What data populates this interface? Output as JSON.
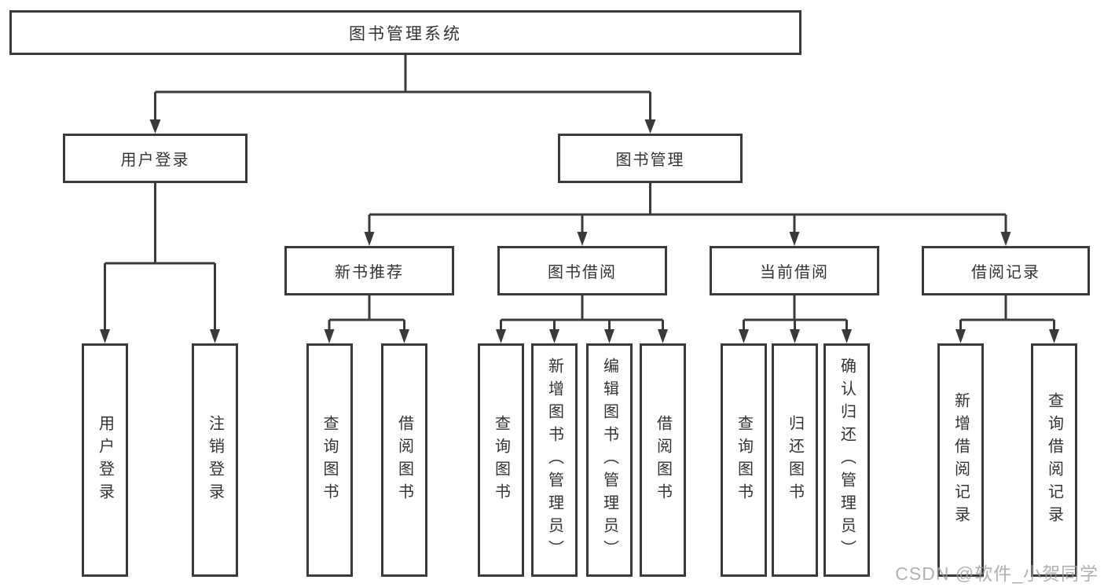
{
  "tree": {
    "label": "图书管理系统",
    "children": [
      {
        "label": "用户登录",
        "children": [
          {
            "label": "用户登录"
          },
          {
            "label": "注销登录"
          }
        ]
      },
      {
        "label": "图书管理",
        "children": [
          {
            "label": "新书推荐",
            "children": [
              {
                "label": "查询图书"
              },
              {
                "label": "借阅图书"
              }
            ]
          },
          {
            "label": "图书借阅",
            "children": [
              {
                "label": "查询图书"
              },
              {
                "label": "新增图书（管理员）"
              },
              {
                "label": "编辑图书（管理员）"
              },
              {
                "label": "借阅图书"
              }
            ]
          },
          {
            "label": "当前借阅",
            "children": [
              {
                "label": "查询图书"
              },
              {
                "label": "归还图书"
              },
              {
                "label": "确认归还（管理员）"
              }
            ]
          },
          {
            "label": "借阅记录",
            "children": [
              {
                "label": "新增借阅记录"
              },
              {
                "label": "查询借阅记录"
              }
            ]
          }
        ]
      }
    ]
  },
  "watermark": {
    "text": "CSDN @软件_小贺同学"
  },
  "colors": {
    "line": "#3a3a3a",
    "box_border": "#3a3a3a",
    "text": "#333333",
    "watermark": "#9e9e9e",
    "background": "#ffffff"
  }
}
